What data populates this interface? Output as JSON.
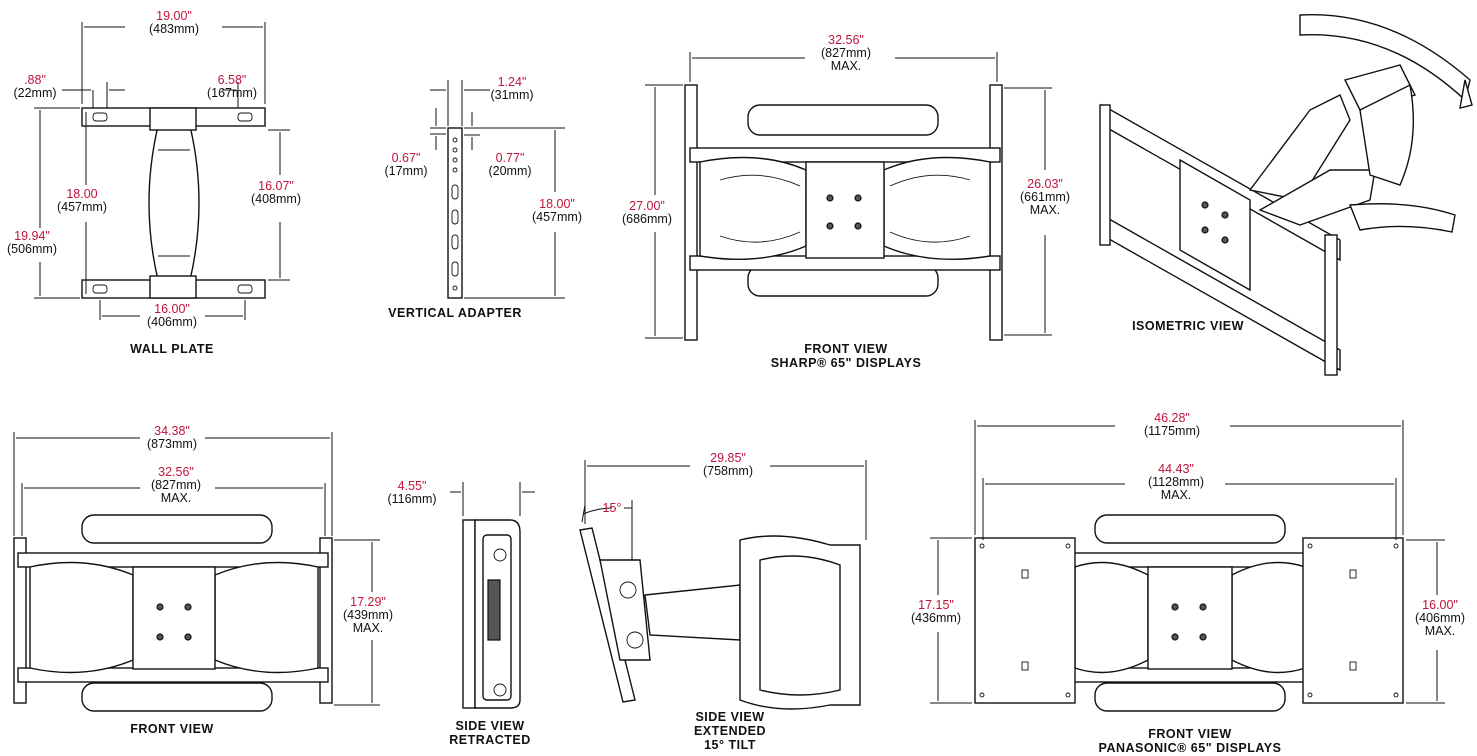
{
  "colors": {
    "inch": "#c0143c",
    "line": "#111111"
  },
  "titles": {
    "wall_plate": "WALL PLATE",
    "vertical_adapter": "VERTICAL ADAPTER",
    "front_sharp_1": "FRONT VIEW",
    "front_sharp_2": "SHARP® 65\" DISPLAYS",
    "isometric": "ISOMETRIC VIEW",
    "front": "FRONT VIEW",
    "side_retracted_1": "SIDE VIEW",
    "side_retracted_2": "RETRACTED",
    "side_extended_1": "SIDE VIEW",
    "side_extended_2": "EXTENDED",
    "side_extended_3": "15° TILT",
    "front_pan_1": "FRONT VIEW",
    "front_pan_2": "PANASONIC® 65\" DISPLAYS"
  },
  "dims": {
    "wp_width": {
      "in": "19.00\"",
      "mm": "(483mm)"
    },
    "wp_left": {
      "in": ".88\"",
      "mm": "(22mm)"
    },
    "wp_right": {
      "in": "6.58\"",
      "mm": "(167mm)"
    },
    "wp_inner_h": {
      "in": "18.00",
      "mm": "(457mm)"
    },
    "wp_total_h": {
      "in": "19.94\"",
      "mm": "(506mm)"
    },
    "wp_right_h": {
      "in": "16.07\"",
      "mm": "(408mm)"
    },
    "wp_bottom": {
      "in": "16.00\"",
      "mm": "(406mm)"
    },
    "va_top": {
      "in": "1.24\"",
      "mm": "(31mm)"
    },
    "va_left": {
      "in": "0.67\"",
      "mm": "(17mm)"
    },
    "va_right": {
      "in": "0.77\"",
      "mm": "(20mm)"
    },
    "va_height": {
      "in": "18.00\"",
      "mm": "(457mm)"
    },
    "fs_width": {
      "in": "32.56\"",
      "mm": "(827mm)",
      "max": "MAX."
    },
    "fs_left": {
      "in": "27.00\"",
      "mm": "(686mm)"
    },
    "fs_right": {
      "in": "26.03\"",
      "mm": "(661mm)",
      "max": "MAX."
    },
    "f_outer": {
      "in": "34.38\"",
      "mm": "(873mm)"
    },
    "f_inner": {
      "in": "32.56\"",
      "mm": "(827mm)",
      "max": "MAX."
    },
    "f_height": {
      "in": "17.29\"",
      "mm": "(439mm)",
      "max": "MAX."
    },
    "sr_depth": {
      "in": "4.55\"",
      "mm": "(116mm)"
    },
    "se_depth": {
      "in": "29.85\"",
      "mm": "(758mm)"
    },
    "se_tilt": {
      "in": "15°"
    },
    "fp_outer": {
      "in": "46.28\"",
      "mm": "(1175mm)"
    },
    "fp_inner": {
      "in": "44.43\"",
      "mm": "(1128mm)",
      "max": "MAX."
    },
    "fp_left": {
      "in": "17.15\"",
      "mm": "(436mm)"
    },
    "fp_right": {
      "in": "16.00\"",
      "mm": "(406mm)",
      "max": "MAX."
    }
  }
}
